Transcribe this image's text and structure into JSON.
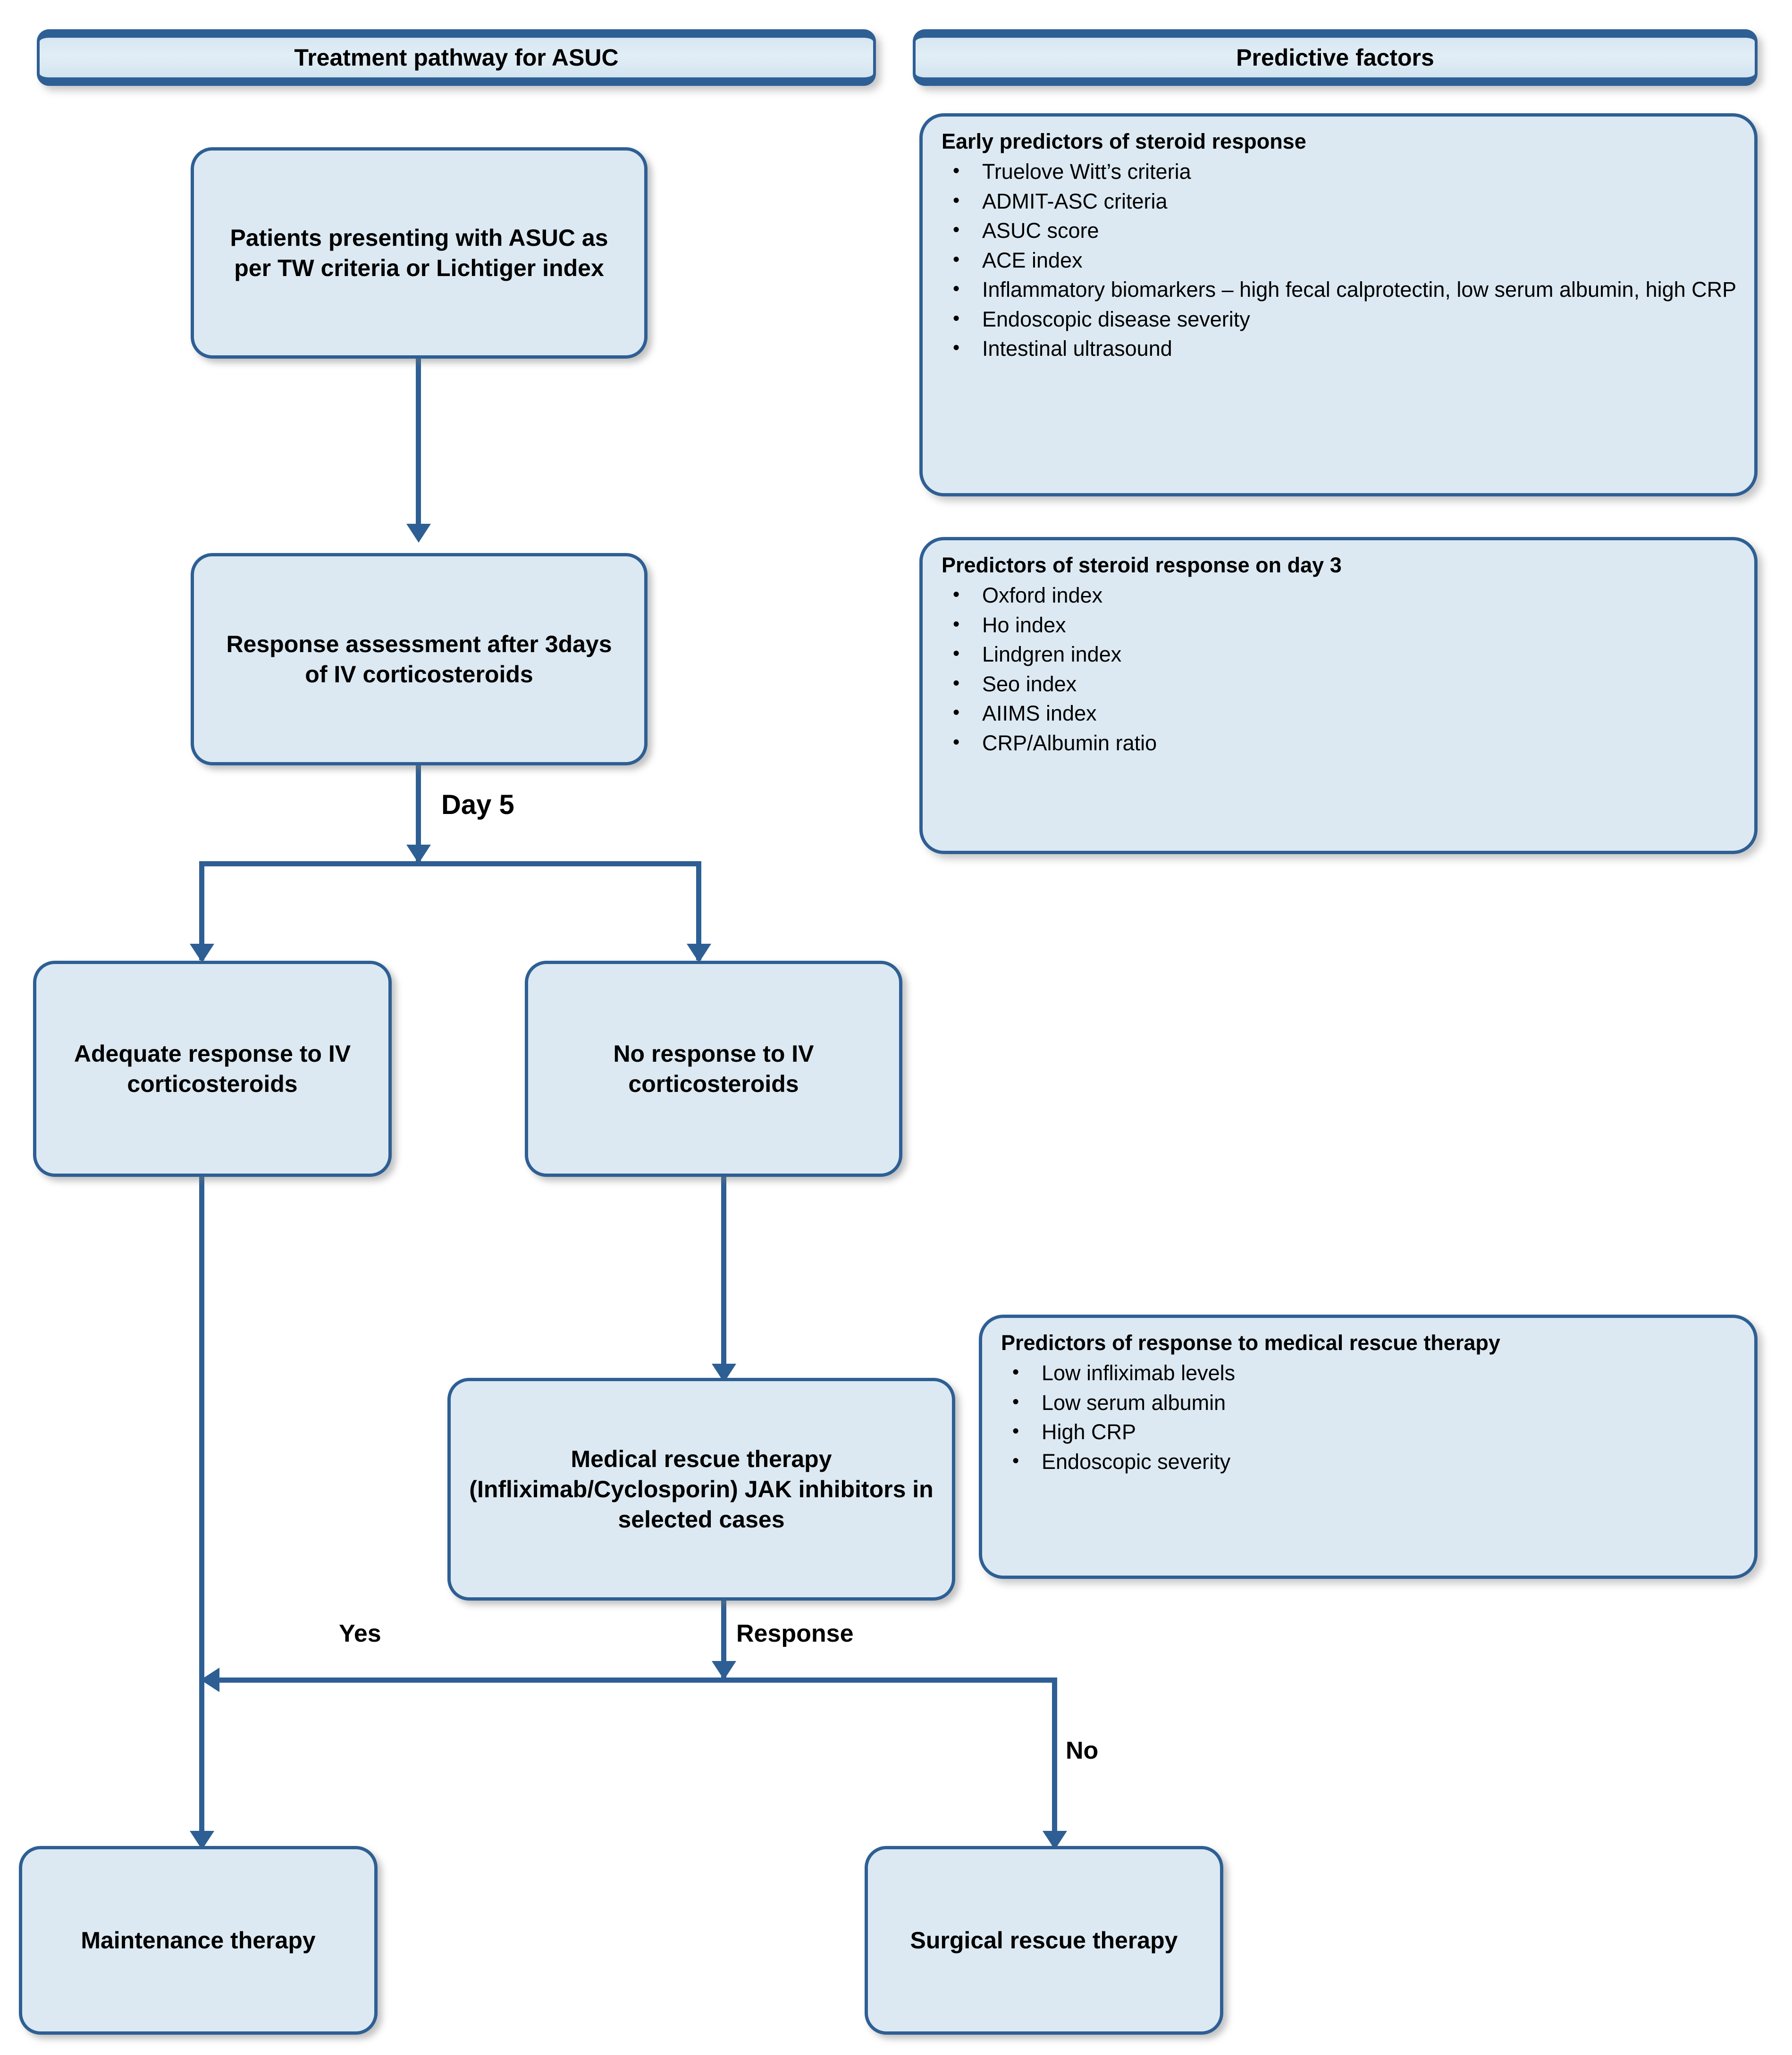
{
  "headers": {
    "left": "Treatment pathway for ASUC",
    "right": "Predictive factors"
  },
  "flow_nodes": {
    "presenting": "Patients presenting with ASUC as per TW criteria or Lichtiger index",
    "assessment": "Response assessment after 3days of IV corticosteroids",
    "adequate": "Adequate response to IV corticosteroids",
    "no_response": "No response to IV corticosteroids",
    "rescue": "Medical rescue therapy (Infliximab/Cyclosporin) JAK inhibitors in selected cases",
    "maintenance": "Maintenance therapy",
    "surgical": "Surgical rescue therapy"
  },
  "edge_labels": {
    "day5": "Day 5",
    "yes": "Yes",
    "response": "Response",
    "no": "No"
  },
  "panels": [
    {
      "title": "Early predictors of steroid response",
      "items": [
        "Truelove Witt’s criteria",
        "ADMIT-ASC criteria",
        "ASUC score",
        "ACE index",
        "Inflammatory biomarkers – high fecal calprotectin, low serum albumin, high CRP",
        "Endoscopic disease severity",
        "Intestinal ultrasound"
      ]
    },
    {
      "title": "Predictors of steroid response on day 3",
      "items": [
        "Oxford index",
        "Ho index",
        "Lindgren index",
        "Seo index",
        "AIIMS index",
        "CRP/Albumin ratio"
      ]
    },
    {
      "title": "Predictors of response to medical rescue therapy",
      "items": [
        "Low infliximab levels",
        "Low serum albumin",
        "High CRP",
        "Endoscopic severity"
      ]
    }
  ],
  "bullet_glyph": "•",
  "colors": {
    "node_fill": "#dce9f2",
    "node_border": "#2e5f94",
    "connector": "#2e5f94",
    "text": "#000000",
    "background": "#ffffff"
  }
}
